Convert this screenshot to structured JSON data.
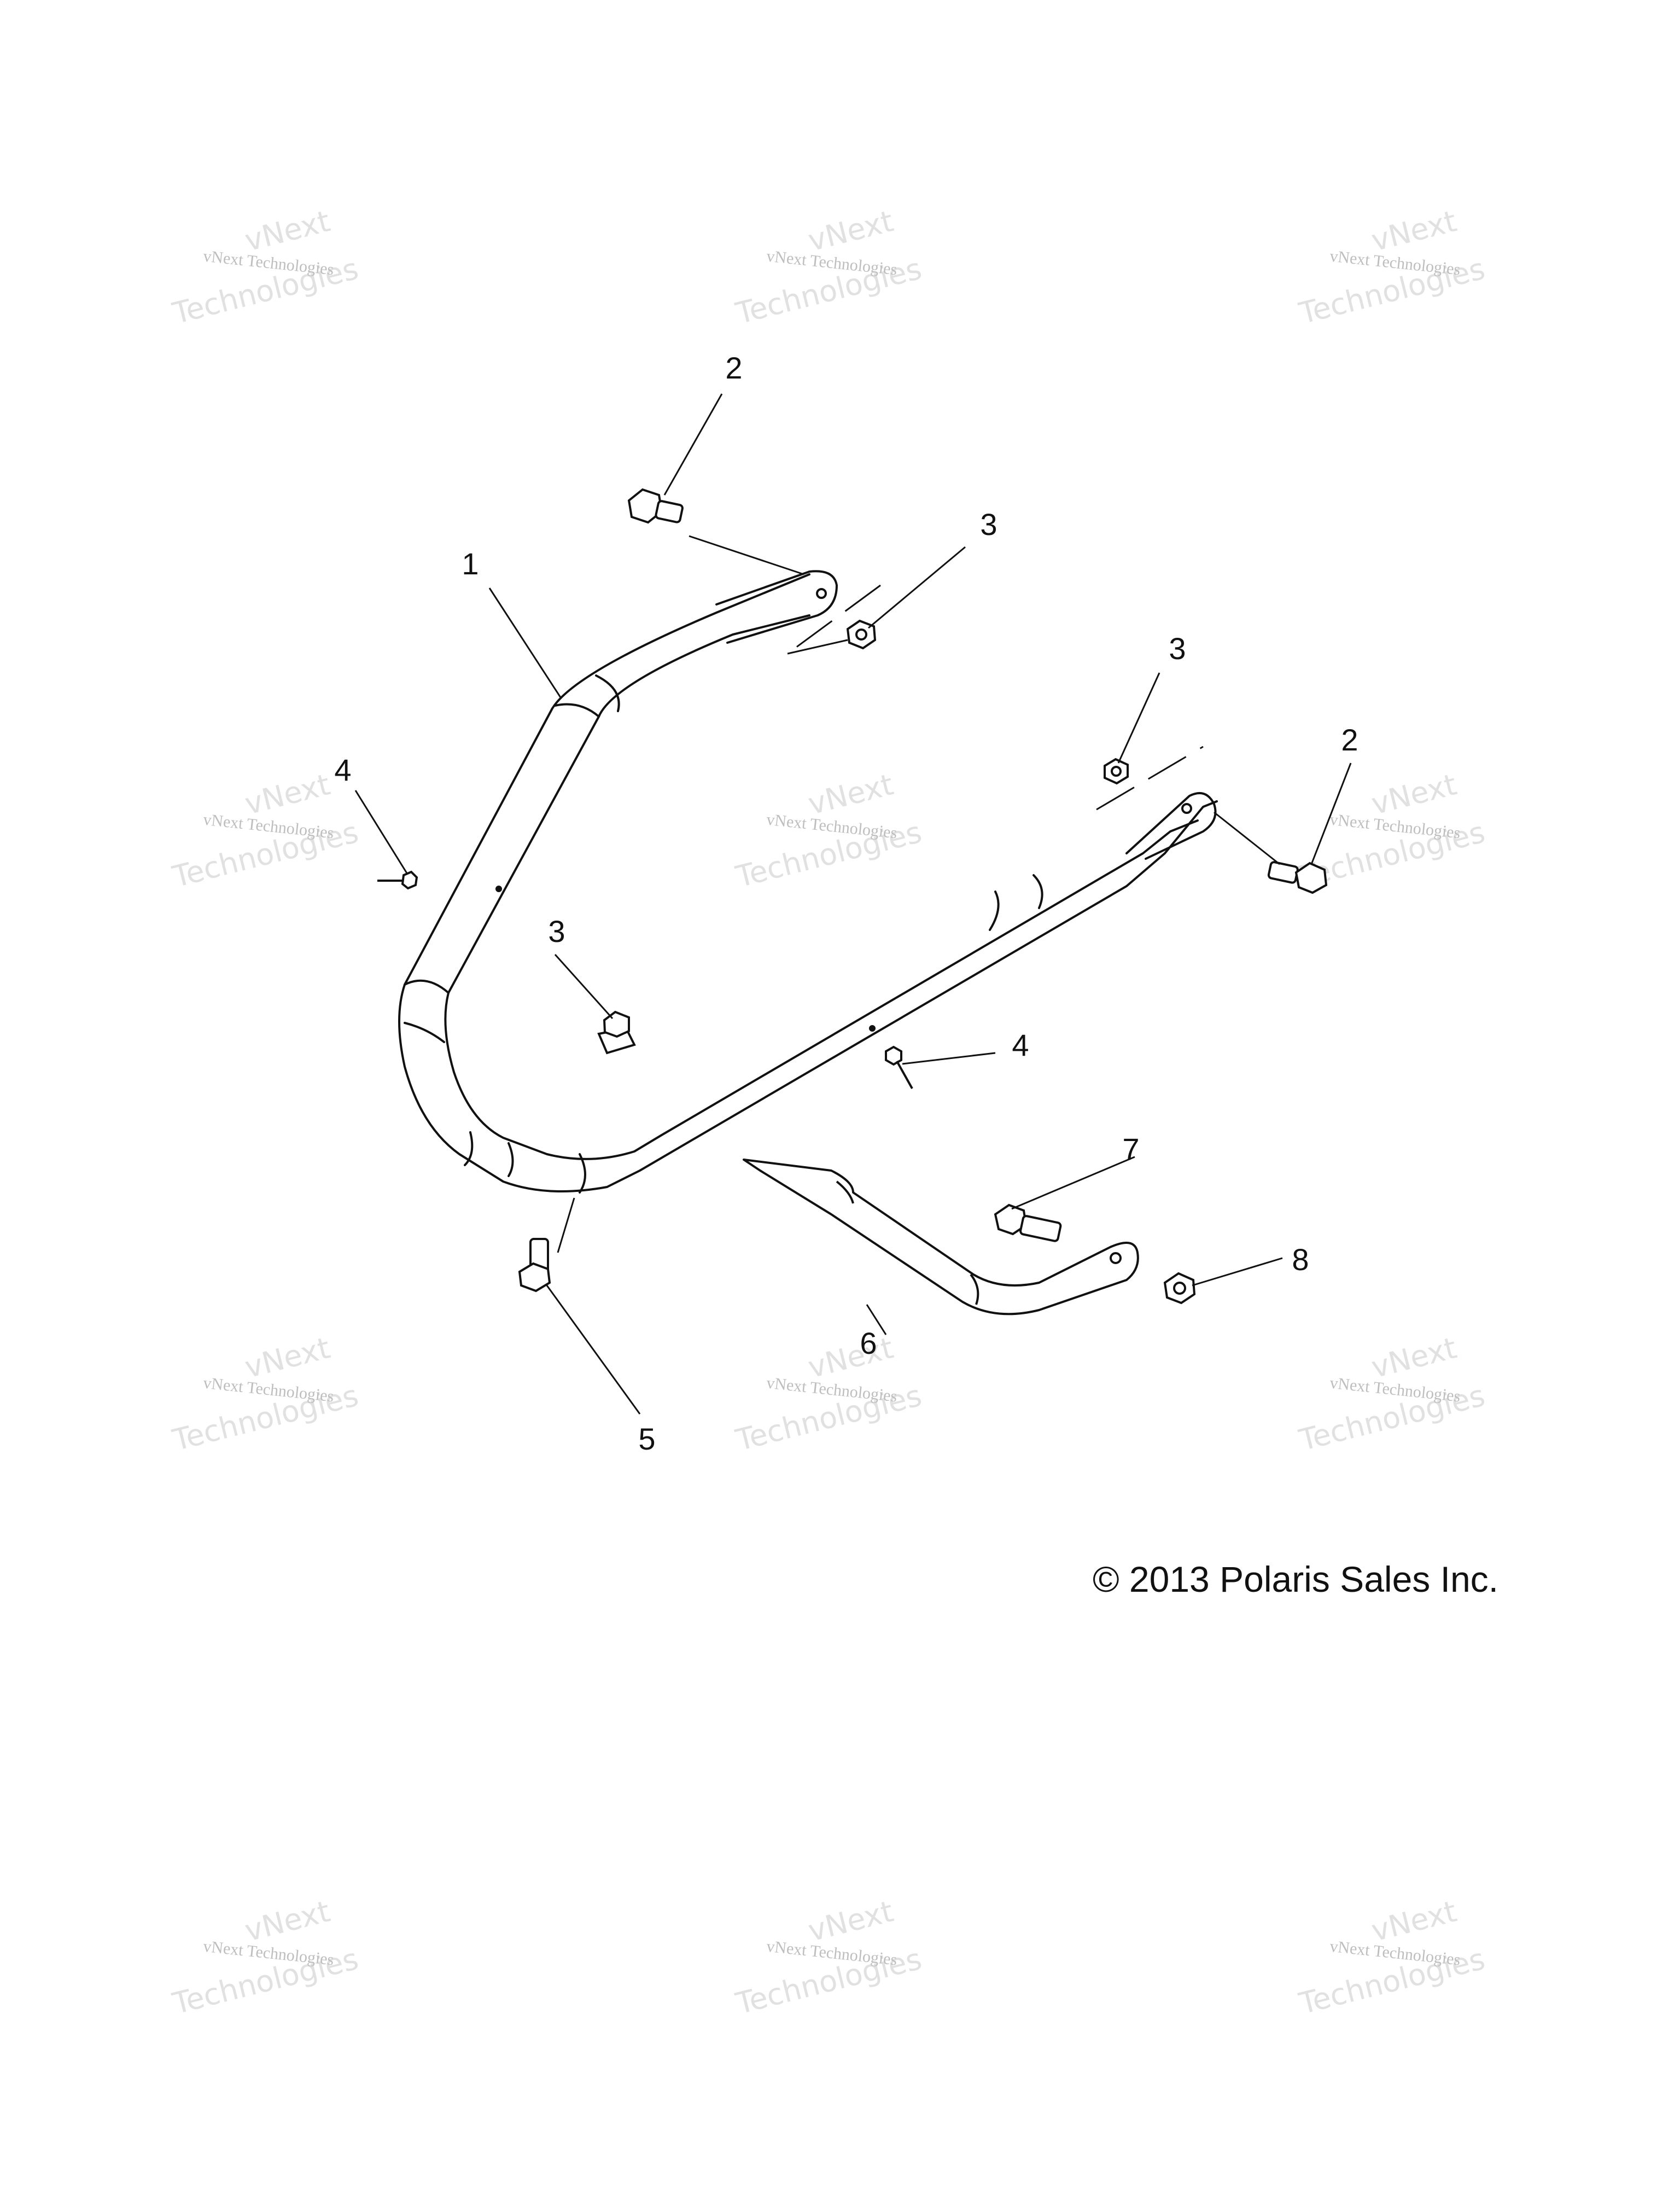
{
  "diagram": {
    "callouts": [
      {
        "id": "c1",
        "label": "1"
      },
      {
        "id": "c2a",
        "label": "2"
      },
      {
        "id": "c3a",
        "label": "3"
      },
      {
        "id": "c3b",
        "label": "3"
      },
      {
        "id": "c2b",
        "label": "2"
      },
      {
        "id": "c4a",
        "label": "4"
      },
      {
        "id": "c3c",
        "label": "3"
      },
      {
        "id": "c4b",
        "label": "4"
      },
      {
        "id": "c7",
        "label": "7"
      },
      {
        "id": "c8",
        "label": "8"
      },
      {
        "id": "c6",
        "label": "6"
      },
      {
        "id": "c5",
        "label": "5"
      }
    ],
    "copyright": "© 2013 Polaris Sales Inc."
  },
  "watermark": {
    "line1": "vNext",
    "line2": "vNext Technologies",
    "line3": "Technologies"
  }
}
